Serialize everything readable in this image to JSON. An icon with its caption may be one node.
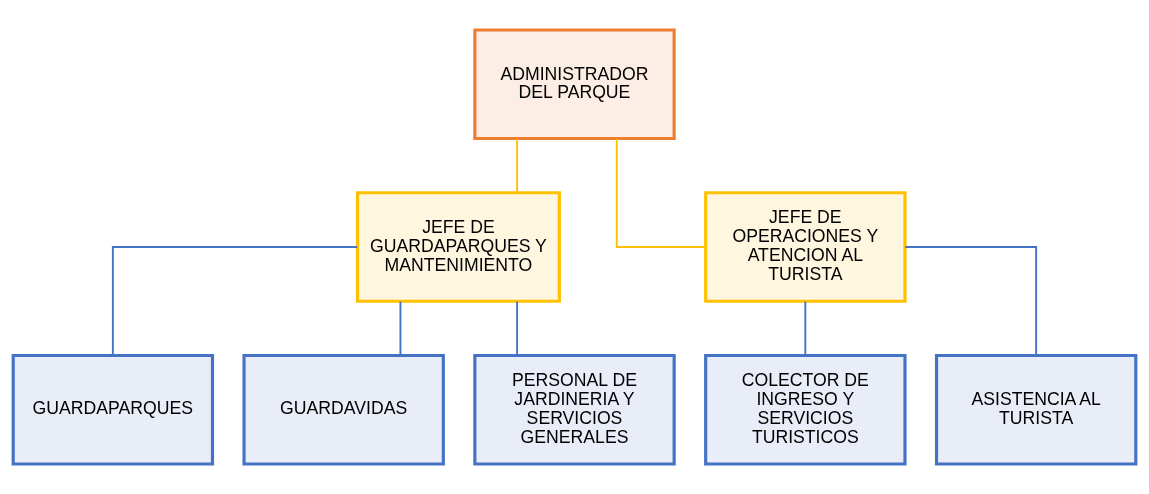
{
  "diagram": {
    "nodes": [
      {
        "text": [
          "ADMINISTRADOR DEL PARQUE"
        ]
      },
      {
        "text": [
          "JEFE DE GUARDAPARQUES Y MANTENIMIENTO"
        ]
      },
      {
        "text": [
          "JEFE DE OPERACIONES Y ATENCION AL TURISTA"
        ]
      },
      {
        "text": [
          "GUARDAPARQUES"
        ]
      },
      {
        "text": [
          "GUARDAVIDAS"
        ]
      },
      {
        "text": [
          "PERSONAL DE JARDINERIA Y SERVICIOS GENERALES"
        ]
      },
      {
        "text": [
          "COLECTOR DE INGRESO Y SERVICIOS TURISTICOS"
        ]
      },
      {
        "text": [
          "ASISTENCIA AL TURISTA"
        ]
      }
    ],
    "edges": [
      {
        "from": 0,
        "to": 1,
        "arrow": "none",
        "color": "#ffc000"
      },
      {
        "from": 0,
        "to": 2,
        "arrow": "none",
        "color": "#ffc000"
      },
      {
        "from": 1,
        "to": 3,
        "arrow": "none"
      },
      {
        "from": 1,
        "to": 4,
        "arrow": "none"
      },
      {
        "from": 1,
        "to": 5,
        "arrow": "none"
      },
      {
        "from": 2,
        "to": 6,
        "arrow": "none"
      },
      {
        "from": 2,
        "to": 7,
        "arrow": "none"
      }
    ]
  }
}
